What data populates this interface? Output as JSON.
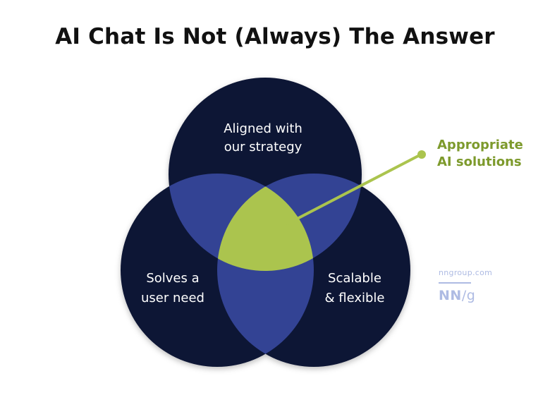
{
  "title": "AI Chat Is Not (Always) The Answer",
  "circles": {
    "top": {
      "line1": "Aligned with",
      "line2": "our strategy"
    },
    "left": {
      "line1": "Solves a",
      "line2": "user need"
    },
    "right": {
      "line1": "Scalable",
      "line2": "& flexible"
    }
  },
  "callout": {
    "line1": "Appropriate",
    "line2": "AI solutions"
  },
  "brand": {
    "url": "nngroup.com",
    "logo_nn": "NN",
    "logo_slash": "/",
    "logo_g": "g"
  },
  "colors": {
    "circle_fill": "#111636",
    "overlap_fill": "#334394",
    "center_fill": "#abc44e",
    "callout_text": "#7d9a2c",
    "brand": "#aebbe3"
  }
}
